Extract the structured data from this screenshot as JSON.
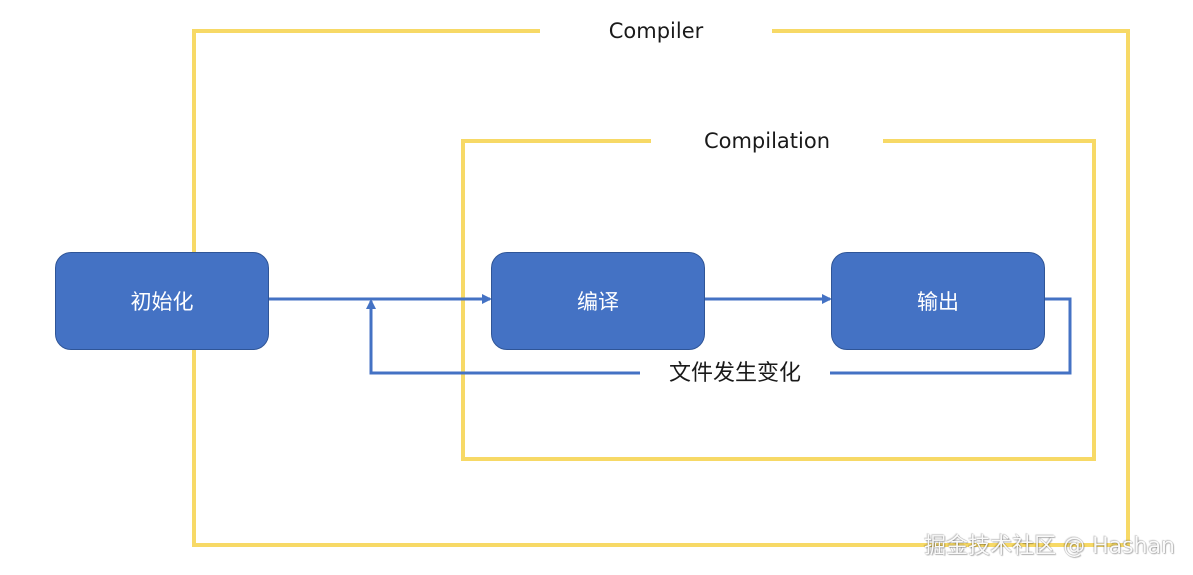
{
  "diagram": {
    "compiler_title": "Compiler",
    "compilation_title": "Compilation",
    "nodes": {
      "init": "初始化",
      "compile": "编译",
      "output": "输出"
    },
    "loop_label": "文件发生变化"
  },
  "watermark": {
    "text": "掘金技术社区 @ Hashan"
  },
  "colors": {
    "frame": "#f7d966",
    "node_fill": "#4472c4",
    "node_border": "#2f5597",
    "arrow": "#4472c4"
  }
}
